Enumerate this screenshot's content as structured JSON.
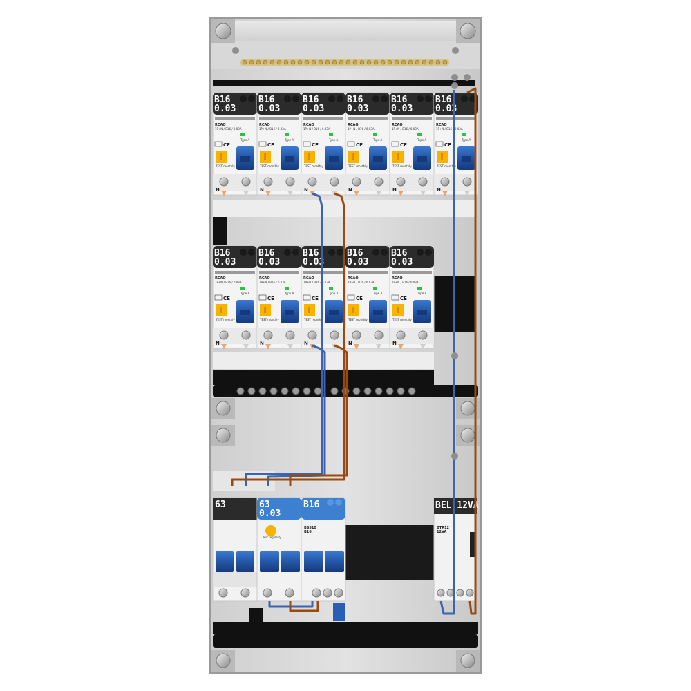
{
  "rows": [
    {
      "name": "row-1",
      "breakers": [
        {
          "rating": "B16",
          "sensitivity": "0.03"
        },
        {
          "rating": "B16",
          "sensitivity": "0.03"
        },
        {
          "rating": "B16",
          "sensitivity": "0.03"
        },
        {
          "rating": "B16",
          "sensitivity": "0.03"
        },
        {
          "rating": "B16",
          "sensitivity": "0.03"
        },
        {
          "rating": "B16",
          "sensitivity": "0.03"
        }
      ]
    },
    {
      "name": "row-2",
      "breakers": [
        {
          "rating": "B16",
          "sensitivity": "0.03"
        },
        {
          "rating": "B16",
          "sensitivity": "0.03"
        },
        {
          "rating": "B16",
          "sensitivity": "0.03"
        },
        {
          "rating": "B16",
          "sensitivity": "0.03"
        },
        {
          "rating": "B16",
          "sensitivity": "0.03"
        }
      ]
    }
  ],
  "module_text": {
    "model": "RCAO",
    "spec": "1P+N / B16 / 0.03A",
    "test": "TEST monthly",
    "n_terminal": "N",
    "type": "Type A"
  },
  "bottom": {
    "main_switch": {
      "rating": "63"
    },
    "main_rcd": {
      "rating": "63",
      "sensitivity": "0.03",
      "test": "Test regularly"
    },
    "small_breaker": {
      "rating": "B16",
      "model": "BS510",
      "spec": "B16"
    },
    "transformer": {
      "label": "BEL 12VA",
      "model": "BTR12",
      "spec": "12VA"
    }
  },
  "colors": {
    "enclosure": "#d4d4d4",
    "header": "#2b2b2b",
    "blue_header": "#3d7fd0",
    "lever": "#2255a4",
    "handle": "#f6b400",
    "neutral_wire": "#3b63b0",
    "phase_wire": "#9b4a0f",
    "busbar": "#c9a54a"
  }
}
